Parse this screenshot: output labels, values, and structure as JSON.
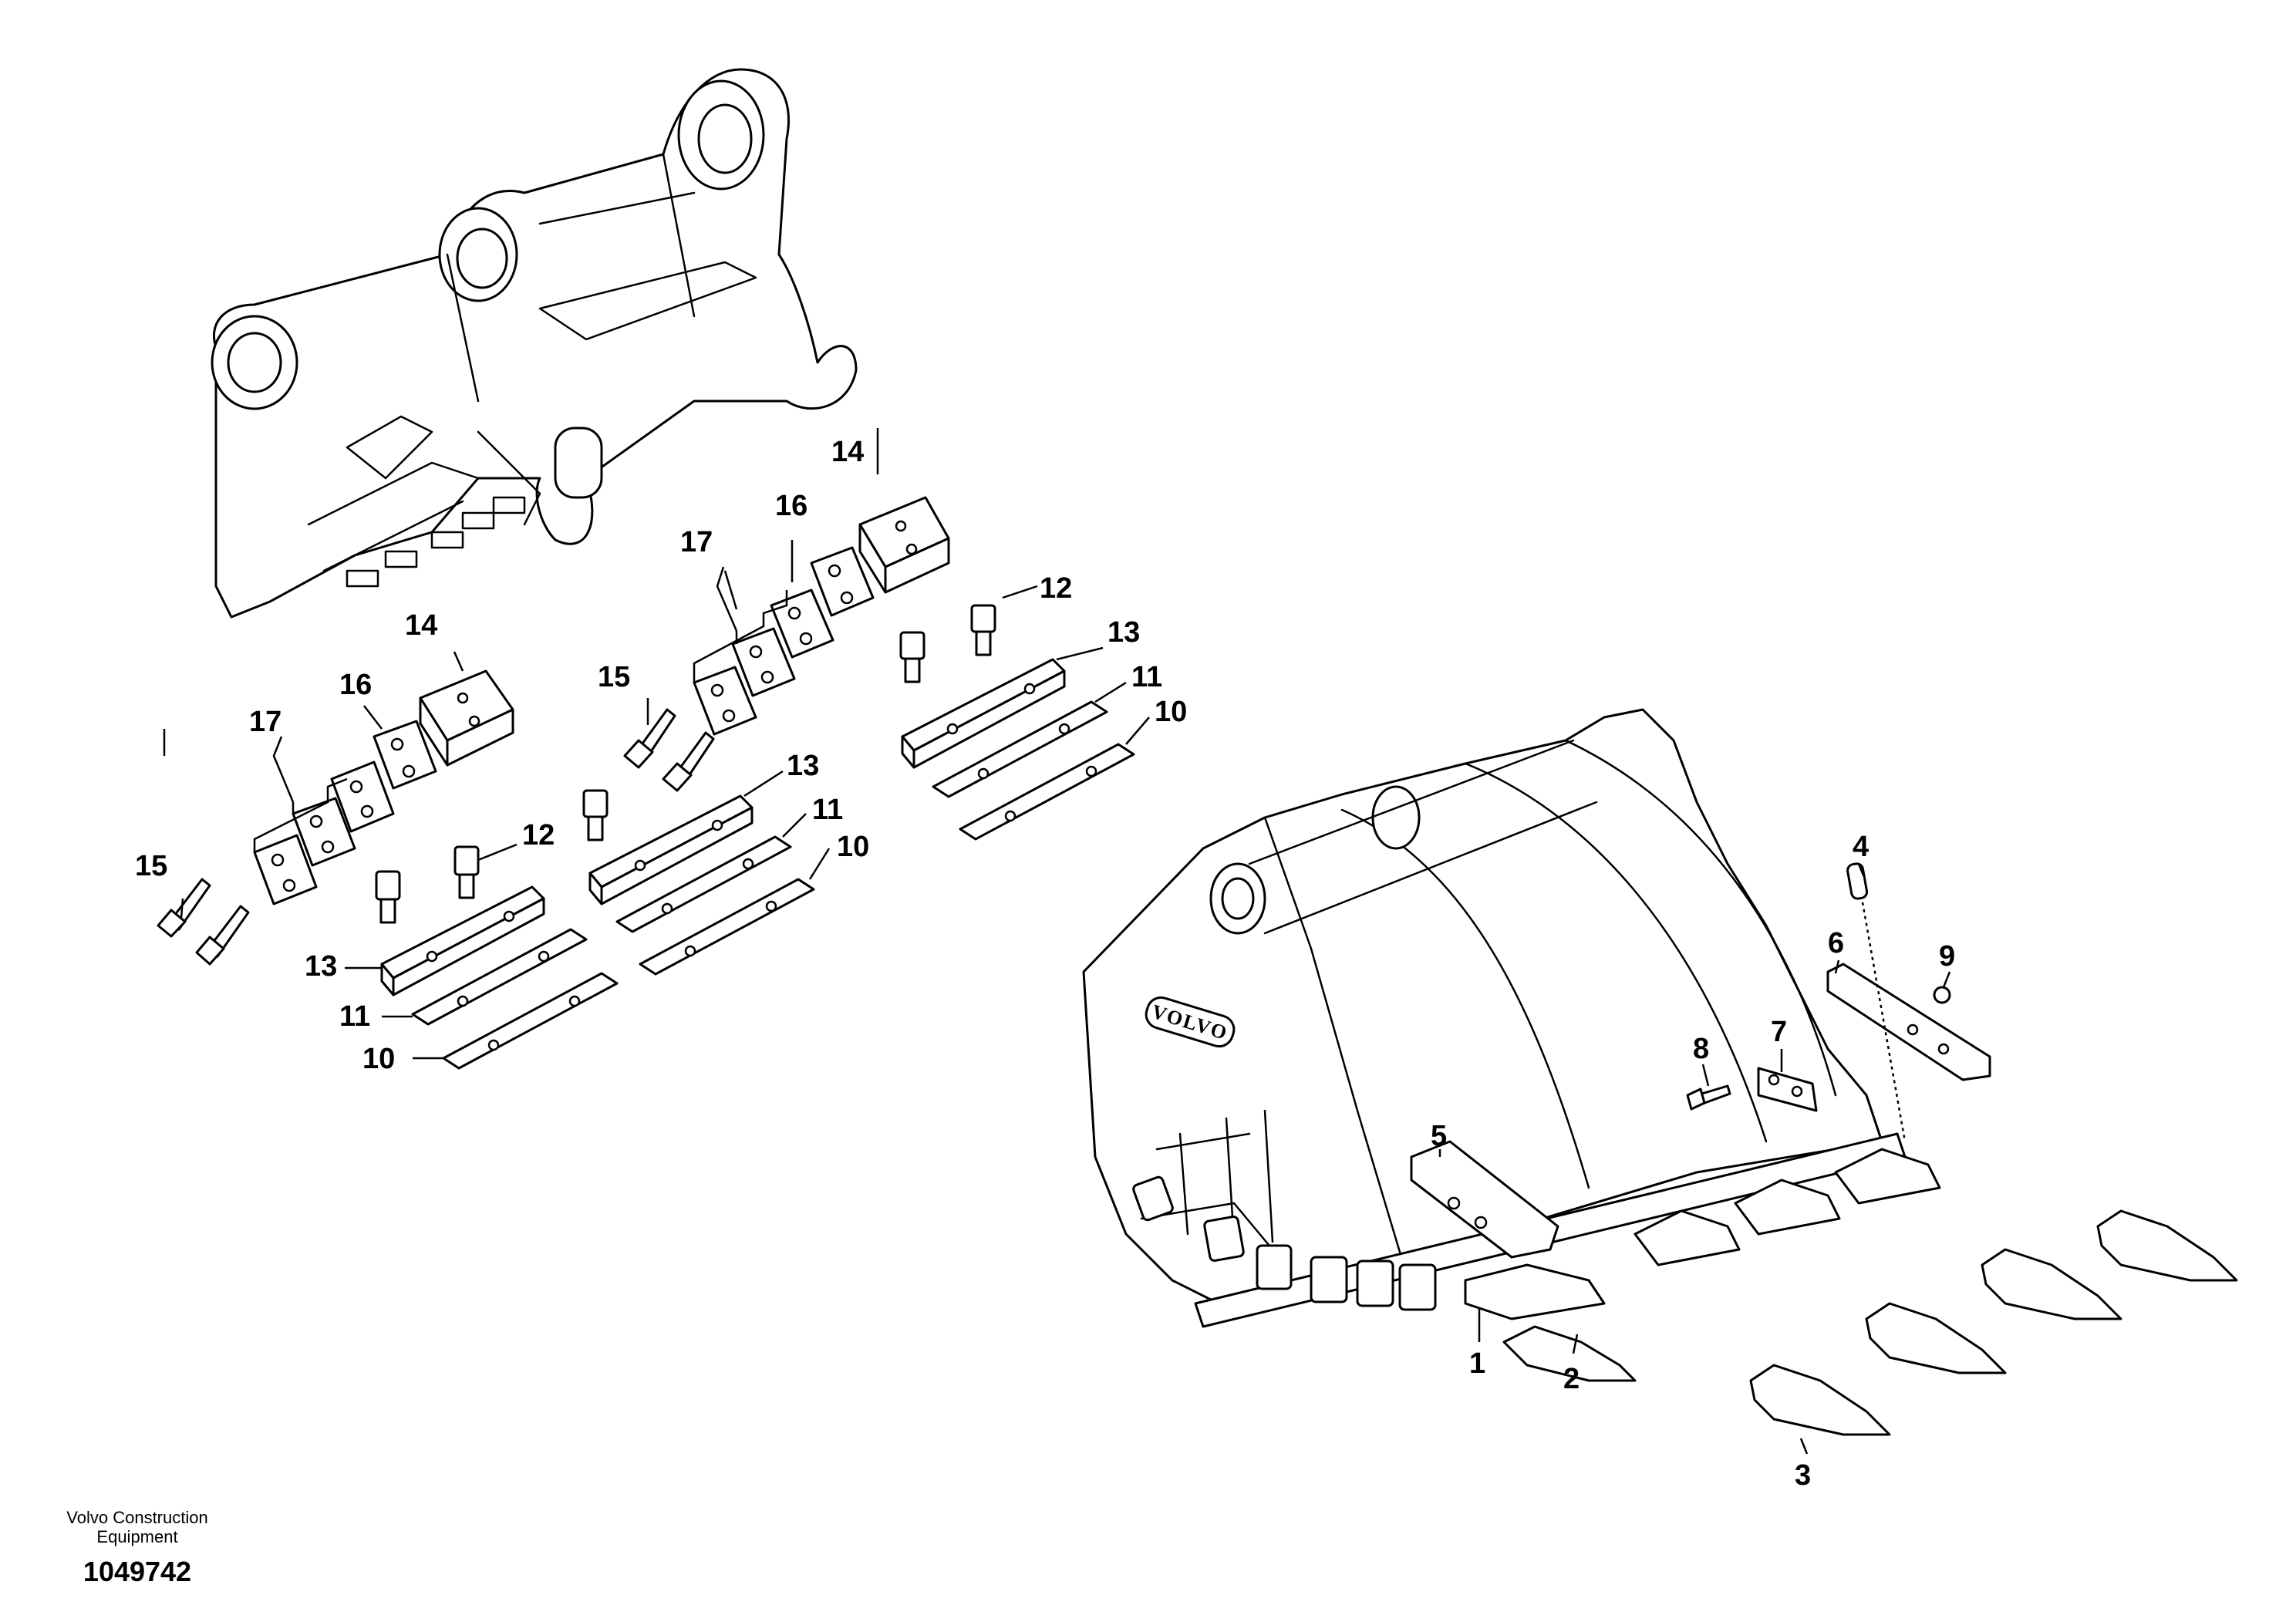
{
  "drawing": {
    "publisher_line1": "Volvo Construction",
    "publisher_line2": "Equipment",
    "drawing_number": "1049742",
    "bucket_brand_marking": "VOLVO"
  },
  "callouts": {
    "c1": "1",
    "c2": "2",
    "c3": "3",
    "c4": "4",
    "c5": "5",
    "c6": "6",
    "c7": "7",
    "c8": "8",
    "c9": "9",
    "c10": "10",
    "c11": "11",
    "c12": "12",
    "c13": "13",
    "c14": "14",
    "c15": "15",
    "c16": "16",
    "c17": "17"
  }
}
